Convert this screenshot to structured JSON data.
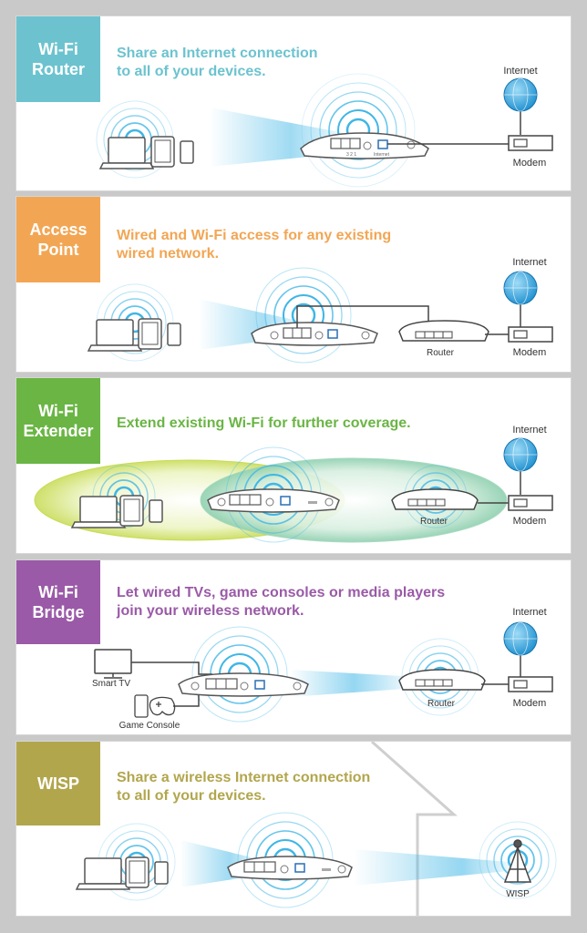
{
  "colors": {
    "router": "#6cc3cf",
    "access_point": "#f2a654",
    "extender": "#6ab544",
    "bridge": "#9a5aa7",
    "wisp": "#b2a64d",
    "signal": "#3fb6e6",
    "device": "#555555"
  },
  "modes": [
    {
      "id": "router",
      "title": "Wi-Fi\nRouter",
      "description": "Share an Internet connection\nto all of your devices."
    },
    {
      "id": "access_point",
      "title": "Access\nPoint",
      "description": "Wired and Wi-Fi access for any existing\nwired network."
    },
    {
      "id": "extender",
      "title": "Wi-Fi\nExtender",
      "description": "Extend existing Wi-Fi for further coverage."
    },
    {
      "id": "bridge",
      "title": "Wi-Fi\nBridge",
      "description": "Let wired TVs, game consoles or media players\njoin your wireless network."
    },
    {
      "id": "wisp",
      "title": "WISP",
      "description": "Share a wireless Internet connection\nto all of your devices."
    }
  ],
  "labels": {
    "internet": "Internet",
    "modem": "Modem",
    "router": "Router",
    "smart_tv": "Smart TV",
    "game_console": "Game Console",
    "wisp": "WISP",
    "port_internet": "Internet",
    "port_numbers": "3 2 1"
  },
  "icons": [
    "laptop-icon",
    "tablet-icon",
    "phone-icon",
    "globe-icon",
    "modem-icon",
    "router-icon",
    "tv-icon",
    "gamepad-icon",
    "tower-icon"
  ]
}
